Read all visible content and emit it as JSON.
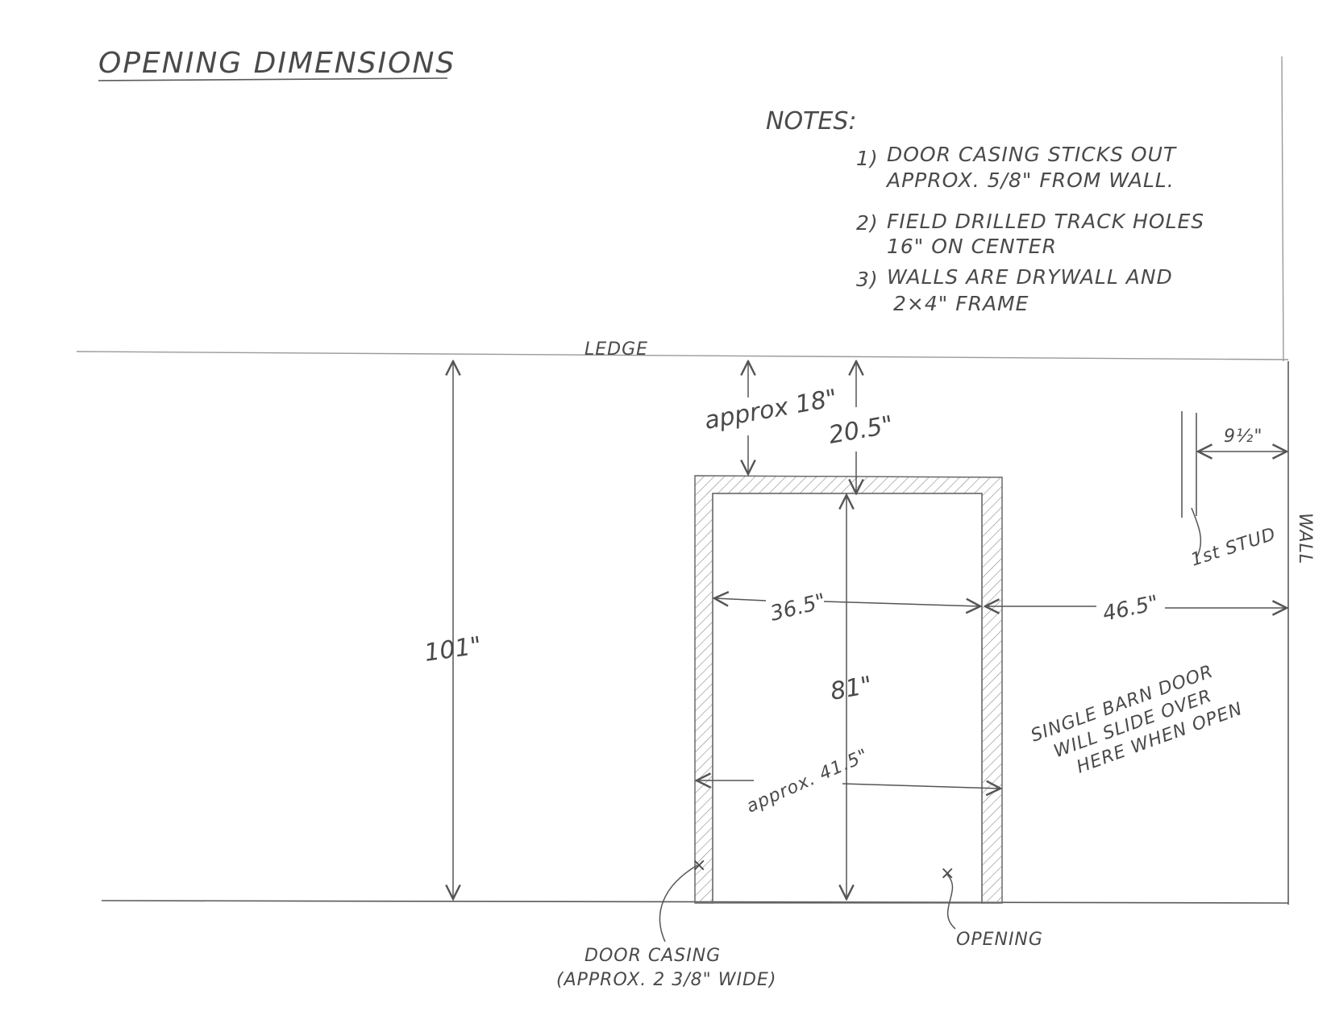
{
  "title": "OPENING DIMENSIONS",
  "notes": {
    "heading": "NOTES:",
    "items": [
      {
        "number": "1)",
        "line1": "DOOR CASING STICKS OUT",
        "line2": "APPROX. 5/8\" FROM WALL."
      },
      {
        "number": "2)",
        "line1": "FIELD DRILLED TRACK HOLES",
        "line2": "16\" ON CENTER"
      },
      {
        "number": "3)",
        "line1": "WALLS ARE DRYWALL AND",
        "line2": "2×4\" FRAME"
      }
    ]
  },
  "labels": {
    "ledge": "LEDGE",
    "wall": "WALL",
    "first_stud": "1st STUD",
    "opening": "OPENING",
    "door_casing_line1": "DOOR CASING",
    "door_casing_line2": "(APPROX. 2 3/8\" WIDE)",
    "barn_door_line1": "SINGLE BARN DOOR",
    "barn_door_line2": "WILL SLIDE OVER",
    "barn_door_line3": "HERE WHEN OPEN"
  },
  "dimensions": {
    "ledge_to_floor": "101\"",
    "ledge_to_casing": "approx 18\"",
    "ledge_to_opening": "20.5\"",
    "opening_height": "81\"",
    "opening_width": "36.5\"",
    "casing_width": "approx. 41.5\"",
    "opening_to_wall": "46.5\"",
    "stud_to_wall": "9½\""
  }
}
